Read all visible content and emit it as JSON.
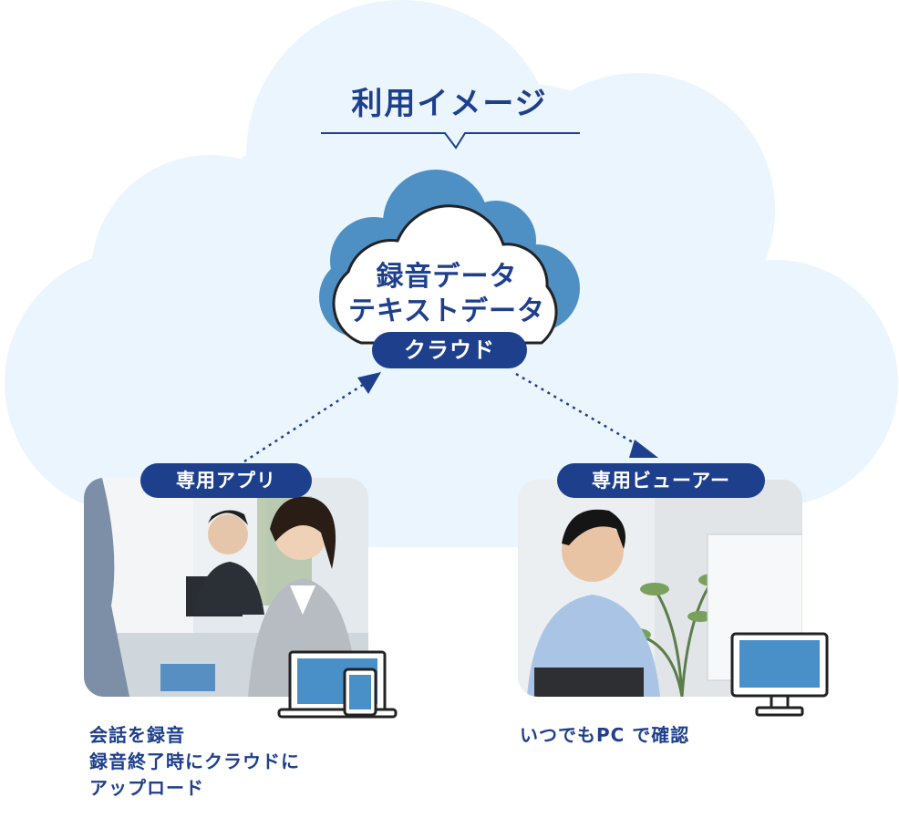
{
  "title": "利用イメージ",
  "cloud": {
    "line1": "録音データ",
    "line2": "テキストデータ",
    "label": "クラウド"
  },
  "left": {
    "label": "専用アプリ",
    "caption": [
      "会話を録音",
      "録音終了時にクラウドに",
      "アップロード"
    ]
  },
  "right": {
    "label": "専用ビューアー",
    "caption": [
      "いつでもPC で確認"
    ]
  },
  "colors": {
    "navy": "#1e3f8c",
    "cloud_bg": "#eaf5fd",
    "cloud_shadow": "#4e8fc4",
    "screen": "#4a90c8"
  }
}
